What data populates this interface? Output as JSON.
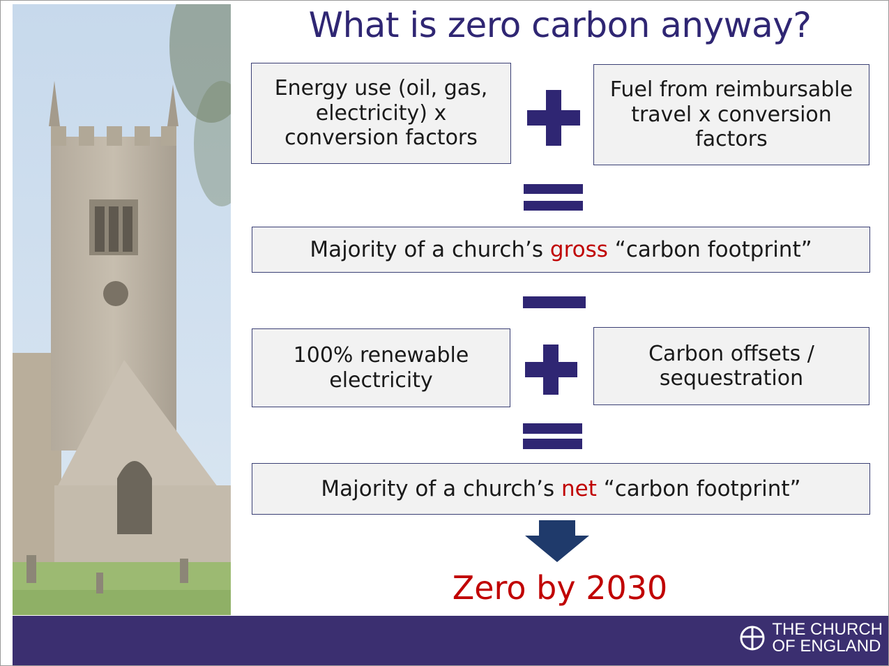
{
  "slide": {
    "title": "What is zero carbon anyway?",
    "box_energy": "Energy use (oil, gas, electricity) x conversion factors",
    "box_fuel": "Fuel from reimbursable travel x conversion factors",
    "gross_line": {
      "before": "Majority of a church’s ",
      "emphasis": "gross",
      "after": " “carbon footprint”"
    },
    "box_renewable": "100% renewable electricity",
    "box_offsets": "Carbon offsets / sequestration",
    "net_line": {
      "before": "Majority of a church’s ",
      "emphasis": "net",
      "after": " “carbon footprint”"
    },
    "result": "Zero by 2030"
  },
  "footer": {
    "logo_line1": "THE CHURCH",
    "logo_line2": "OF ENGLAND"
  },
  "colors": {
    "title": "#2f2673",
    "operator": "#2f2673",
    "emphasis": "#c00000",
    "footer_bg": "#3b2f70",
    "arrow": "#1f3a6b"
  }
}
